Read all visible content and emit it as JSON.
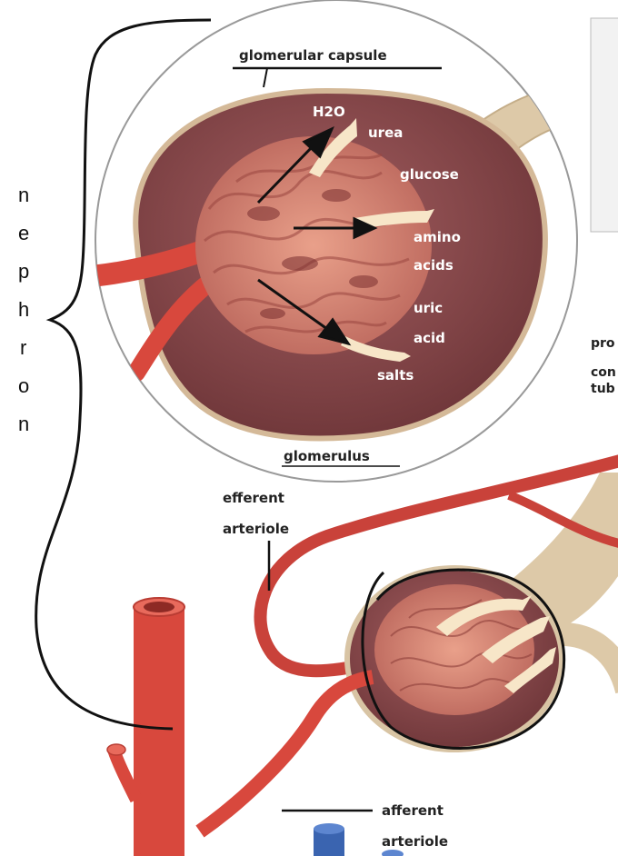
{
  "labels": {
    "glomerular_capsule": "glomerular capsule",
    "glomerulus": "glomerulus",
    "efferent_arteriole_line1": "efferent",
    "efferent_arteriole_line2": "arteriole",
    "afferent_arteriole_line1": "afferent",
    "afferent_arteriole_line2": "arteriole",
    "proximal_convoluted_tubule_partial_line1": "pro",
    "proximal_convoluted_tubule_partial_line2": "con",
    "proximal_convoluted_tubule_partial_line3": "tub"
  },
  "filtrate": {
    "h2o": "H2O",
    "urea": "urea",
    "glucose": "glucose",
    "amino_line1": "amino",
    "amino_line2": "acids",
    "uric_line1": "uric",
    "uric_line2": "acid",
    "salts": "salts"
  },
  "nephron_letters": [
    "n",
    "e",
    "p",
    "h",
    "r",
    "o",
    "n"
  ],
  "colors": {
    "capsule": "#8b4a4c",
    "capsule_dark": "#6e3437",
    "vessel": "#d8483d",
    "tubule": "#ddc9a8",
    "filtrate_arrow": "#f7e6c8"
  }
}
